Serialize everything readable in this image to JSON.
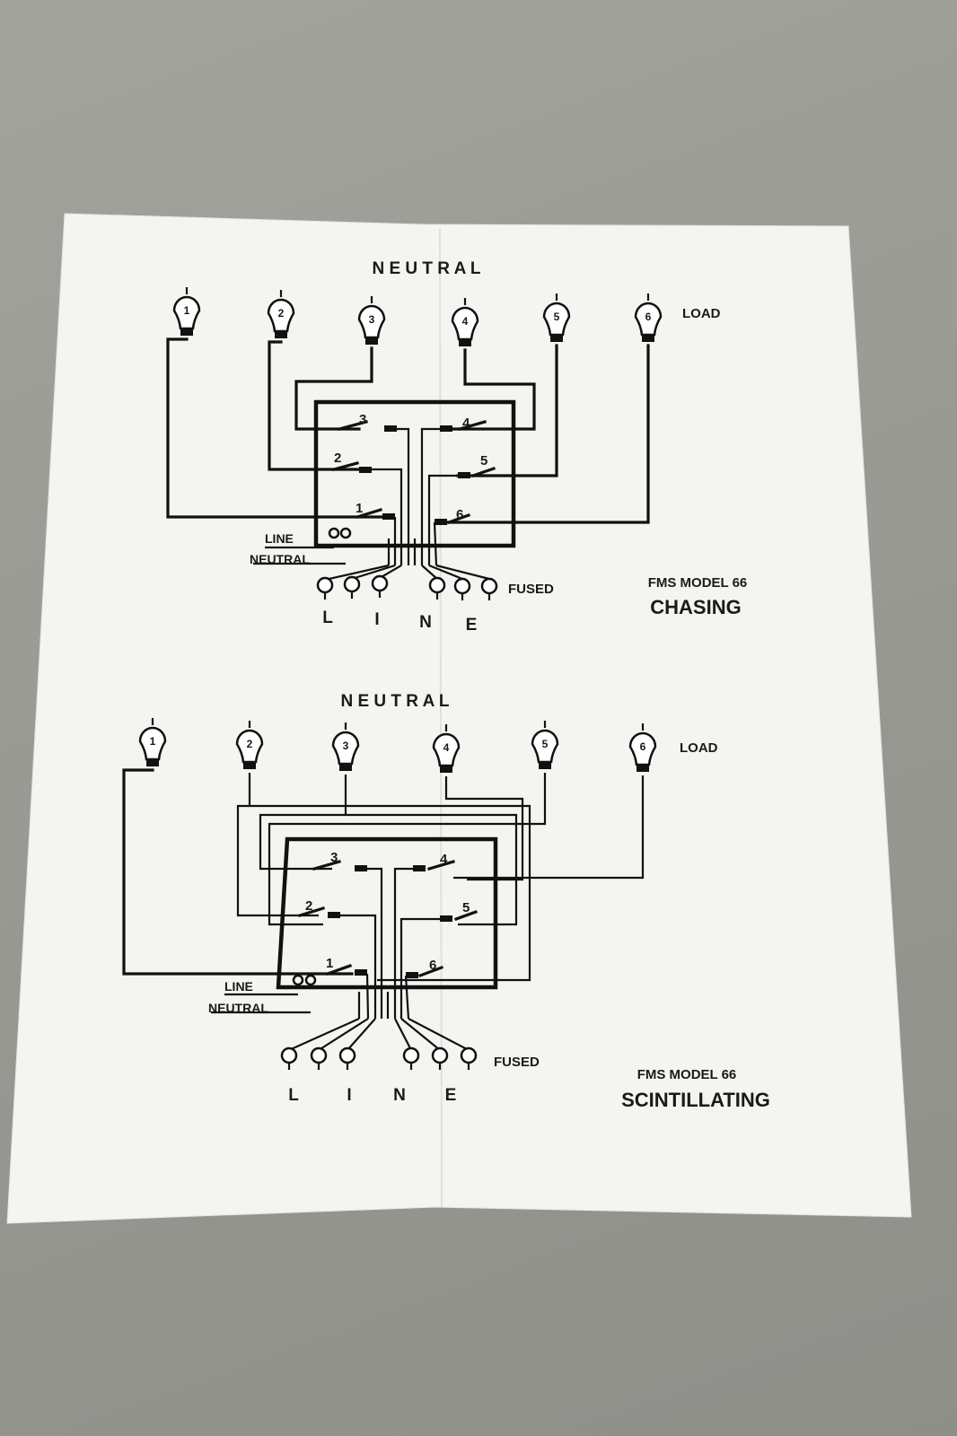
{
  "diagrams": [
    {
      "neutral_label": "N E U T R A L",
      "load_label": "LOAD",
      "bulbs": [
        "1",
        "2",
        "3",
        "4",
        "5",
        "6"
      ],
      "switches": [
        "1",
        "2",
        "3",
        "4",
        "5",
        "6"
      ],
      "line_label": "LINE",
      "neutral_in_label": "NEUTRAL",
      "fused_label": "FUSED",
      "bottom_line_letters": [
        "L",
        "I",
        "N",
        "E"
      ],
      "model": "FMS MODEL 66",
      "mode": "CHASING"
    },
    {
      "neutral_label": "N E U T R A L",
      "load_label": "LOAD",
      "bulbs": [
        "1",
        "2",
        "3",
        "4",
        "5",
        "6"
      ],
      "switches": [
        "1",
        "2",
        "3",
        "4",
        "5",
        "6"
      ],
      "line_label": "LINE",
      "neutral_in_label": "NEUTRAL",
      "fused_label": "FUSED",
      "bottom_line_letters": [
        "L",
        "I",
        "N",
        "E"
      ],
      "model": "FMS MODEL 66",
      "mode": "SCINTILLATING"
    }
  ],
  "colors": {
    "background": "#9a9a94",
    "paper": "#f4f4f1",
    "ink": "#111111"
  }
}
